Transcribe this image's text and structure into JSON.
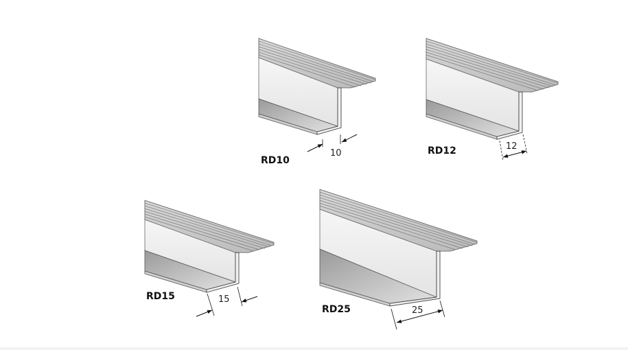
{
  "profiles": [
    {
      "name": "RD10",
      "dimension": "10"
    },
    {
      "name": "RD12",
      "dimension": "12"
    },
    {
      "name": "RD15",
      "dimension": "15"
    },
    {
      "name": "RD25",
      "dimension": "25"
    }
  ]
}
